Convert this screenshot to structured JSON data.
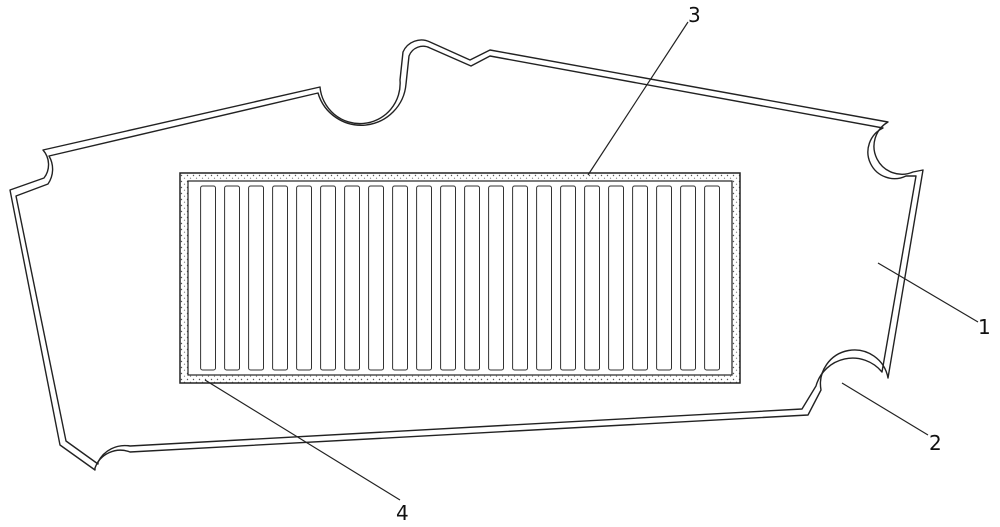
{
  "diagram": {
    "callouts": [
      {
        "id": "1",
        "label": "1"
      },
      {
        "id": "2",
        "label": "2"
      },
      {
        "id": "3",
        "label": "3"
      },
      {
        "id": "4",
        "label": "4"
      }
    ],
    "components": {
      "plate": "plate-body",
      "notch": "edge-notch",
      "filter_core": "finned-filter-core",
      "filter_frame": "filter-frame"
    },
    "fin_count": 22,
    "colors": {
      "line": "#222222",
      "background": "#ffffff"
    }
  }
}
